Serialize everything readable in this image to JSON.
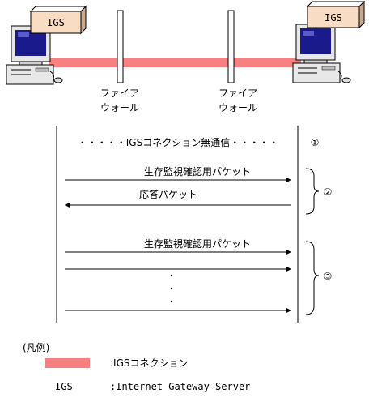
{
  "top": {
    "left_host_label": "IGS",
    "right_host_label": "IGS",
    "firewall_left_line1": "ファイア",
    "firewall_left_line2": "ウォール",
    "firewall_right_line1": "ファイア",
    "firewall_right_line2": "ウォール"
  },
  "sequence": {
    "phase1": {
      "text": "・・・・・IGSコネクション無通信・・・・・",
      "number": "①"
    },
    "phase2": {
      "request_label": "生存監視確認用パケット",
      "response_label": "応答パケット",
      "number": "②"
    },
    "phase3": {
      "request_label": "生存監視確認用パケット",
      "number": "③"
    }
  },
  "legend": {
    "title": "(凡例)",
    "items": [
      {
        "key": "",
        "text": ":IGSコネクション",
        "color": "#f88080"
      },
      {
        "key": "IGS",
        "text": ":Internet Gateway Server"
      }
    ]
  },
  "colors": {
    "connection": "#f88080",
    "box_fill": "#f8dcc4"
  }
}
